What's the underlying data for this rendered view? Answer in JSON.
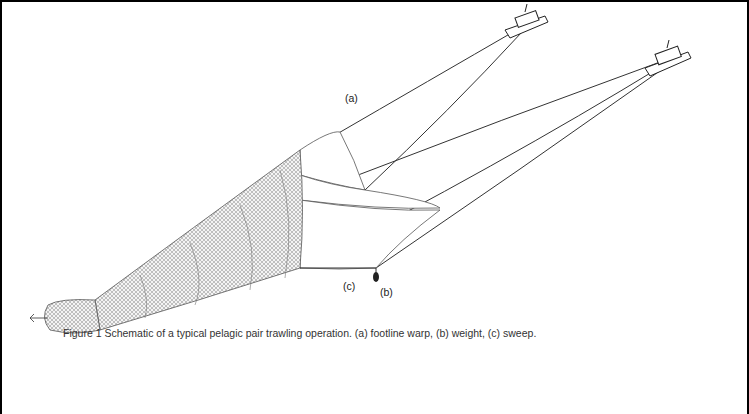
{
  "diagram": {
    "caption": "Figure 1 Schematic of a typical pelagic pair trawling operation. (a) footline warp, (b) weight, (c) sweep.",
    "labels": [
      "(a)",
      "(b)",
      "(c)"
    ]
  }
}
